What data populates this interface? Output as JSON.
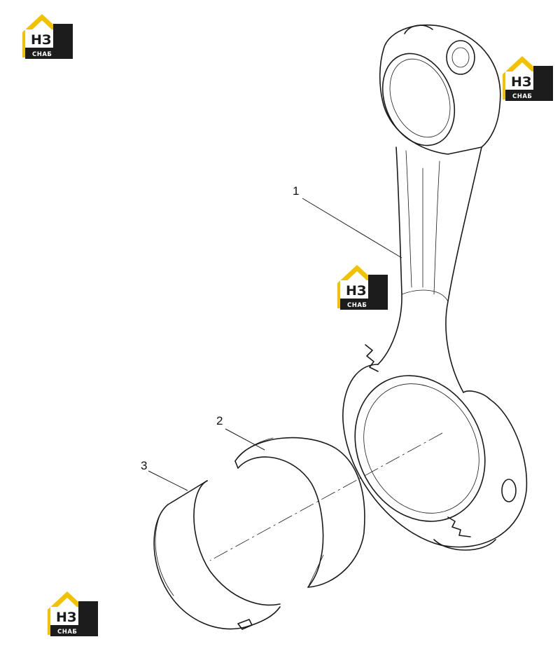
{
  "callouts": [
    {
      "id": "1",
      "text": "1"
    },
    {
      "id": "2",
      "text": "2"
    },
    {
      "id": "3",
      "text": "3"
    }
  ],
  "watermark": {
    "text_top": "НЗ",
    "text_bottom": "СНАБ",
    "colors": {
      "roof": "#f2c200",
      "box": "#1c1c1c",
      "text_light": "#ffffff",
      "text_dark": "#1a1a1a"
    }
  },
  "parts": [
    {
      "callout": "1",
      "icon": "connecting-rod"
    },
    {
      "callout": "2",
      "icon": "bearing-shell-upper"
    },
    {
      "callout": "3",
      "icon": "bearing-shell-lower"
    }
  ]
}
